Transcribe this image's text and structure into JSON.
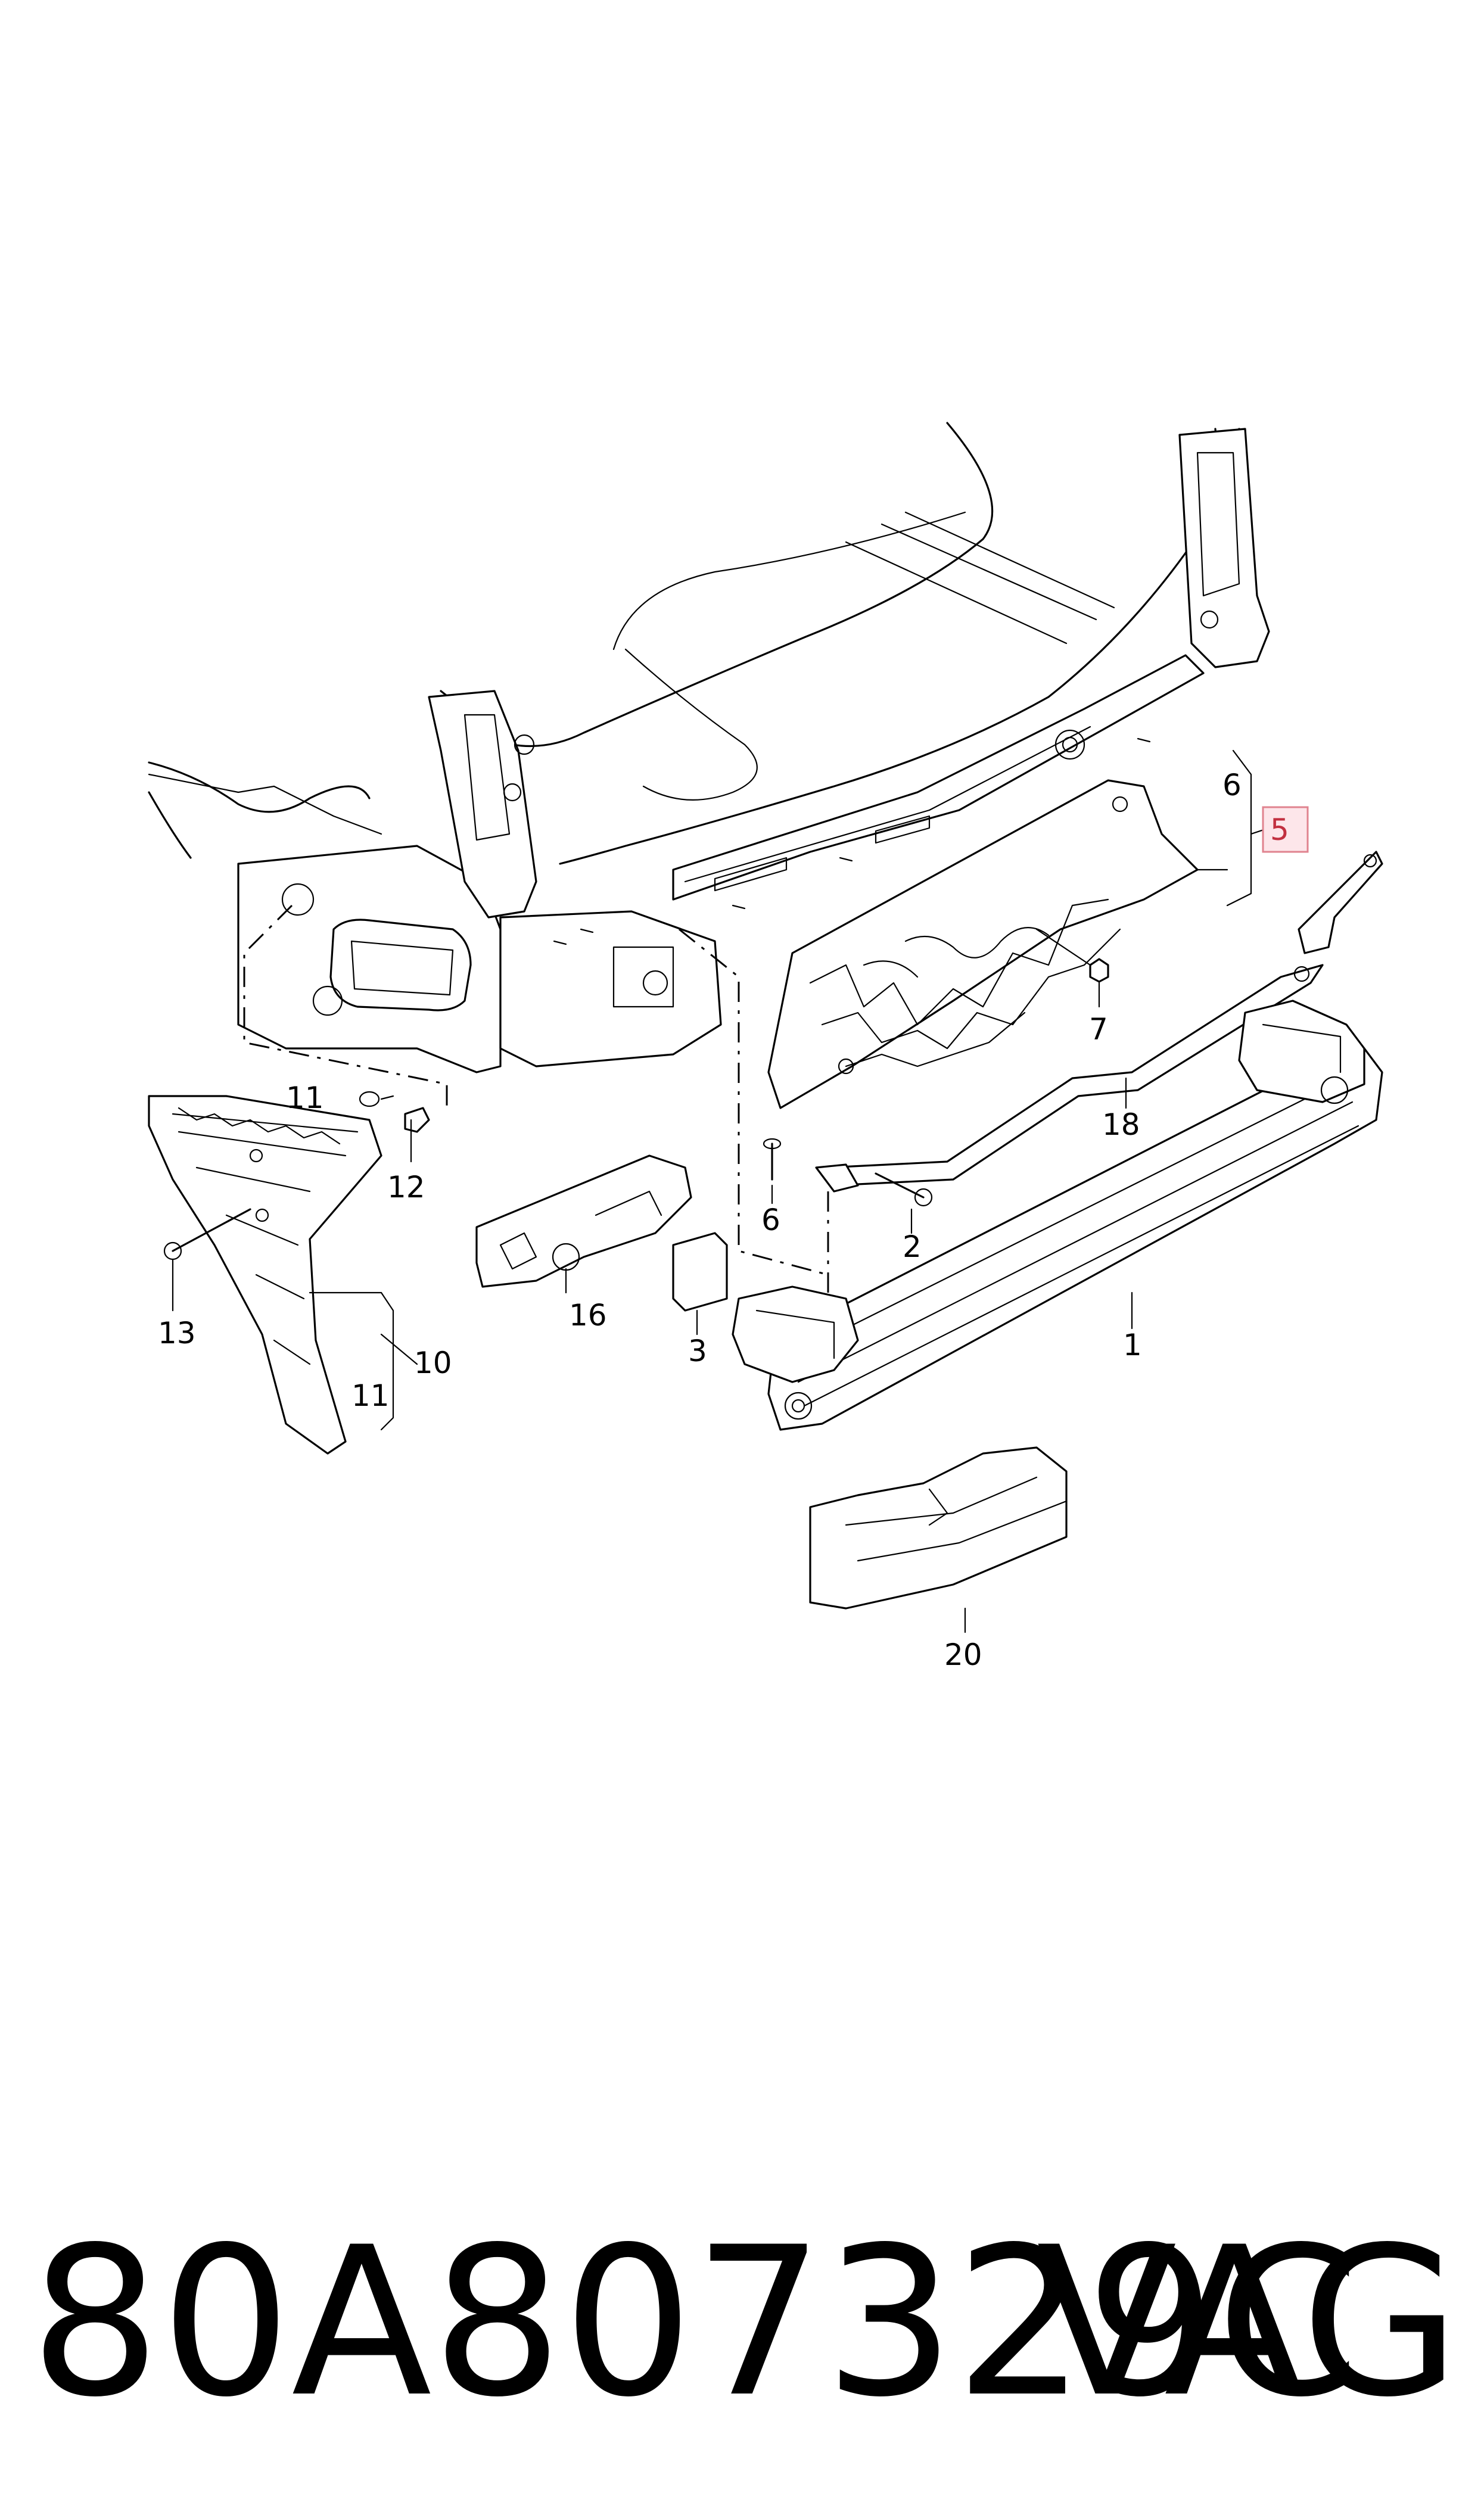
{
  "diagram": {
    "callouts": {
      "c1": "1",
      "c2": "2",
      "c3": "3",
      "c5": "5",
      "c6a": "6",
      "c6b": "6",
      "c7": "7",
      "c10": "10",
      "c11a": "11",
      "c11b": "11",
      "c12": "12",
      "c13": "13",
      "c16": "16",
      "c18": "18",
      "c20": "20"
    },
    "highlighted_callout": "5",
    "highlight_color": "#e0838f"
  },
  "footer": {
    "part_number": "80A807329C",
    "brand": "VAG"
  }
}
